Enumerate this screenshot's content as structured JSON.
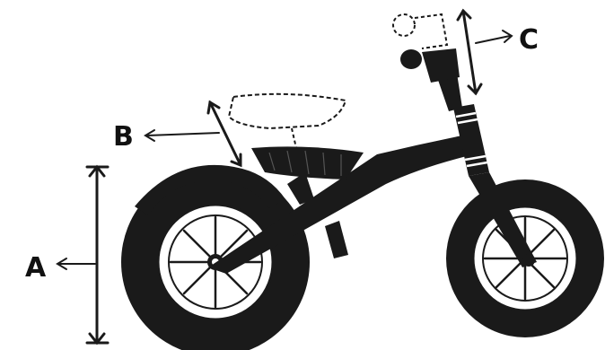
{
  "diagram": {
    "labels": [
      {
        "id": "A",
        "text": "A"
      },
      {
        "id": "B",
        "text": "B"
      },
      {
        "id": "C",
        "text": "C"
      }
    ]
  }
}
